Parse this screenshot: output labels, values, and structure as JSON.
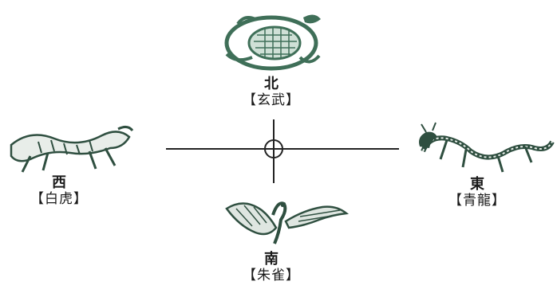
{
  "north": {
    "direction": "北",
    "name": "【玄武】",
    "icon": "tortoise-snake-icon"
  },
  "south": {
    "direction": "南",
    "name": "【朱雀】",
    "icon": "phoenix-icon"
  },
  "east": {
    "direction": "東",
    "name": "【青龍】",
    "icon": "dragon-icon"
  },
  "west": {
    "direction": "西",
    "name": "【白虎】",
    "icon": "tiger-icon"
  },
  "colors": {
    "ink": "#1a1a1a",
    "jade": "#3f6f58",
    "line": "#222222"
  }
}
